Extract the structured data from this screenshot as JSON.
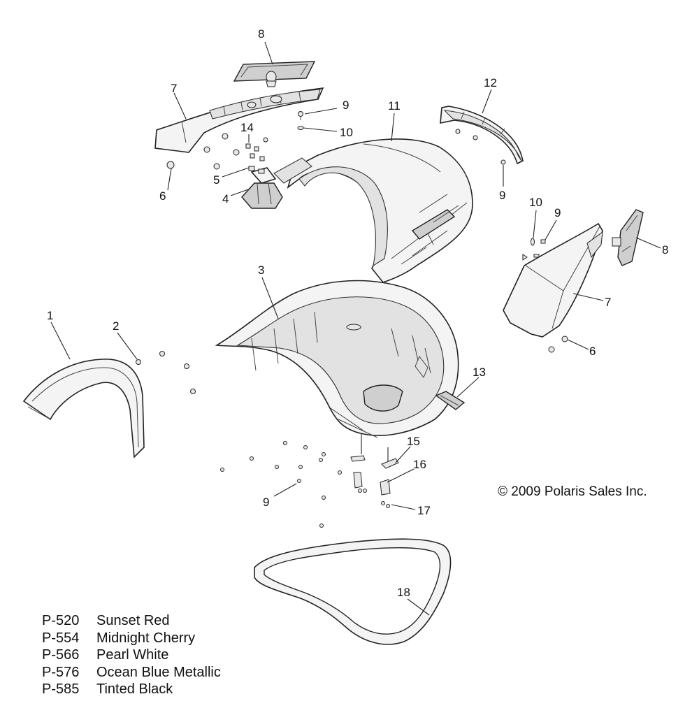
{
  "callouts": [
    {
      "id": "c1",
      "text": "1"
    },
    {
      "id": "c2",
      "text": "2"
    },
    {
      "id": "c3",
      "text": "3"
    },
    {
      "id": "c4",
      "text": "4"
    },
    {
      "id": "c5",
      "text": "5"
    },
    {
      "id": "c6a",
      "text": "6"
    },
    {
      "id": "c6b",
      "text": "6"
    },
    {
      "id": "c7a",
      "text": "7"
    },
    {
      "id": "c7b",
      "text": "7"
    },
    {
      "id": "c8a",
      "text": "8"
    },
    {
      "id": "c8b",
      "text": "8"
    },
    {
      "id": "c9a",
      "text": "9"
    },
    {
      "id": "c9b",
      "text": "9"
    },
    {
      "id": "c9c",
      "text": "9"
    },
    {
      "id": "c9d",
      "text": "9"
    },
    {
      "id": "c10a",
      "text": "10"
    },
    {
      "id": "c10b",
      "text": "10"
    },
    {
      "id": "c11",
      "text": "11"
    },
    {
      "id": "c12",
      "text": "12"
    },
    {
      "id": "c13",
      "text": "13"
    },
    {
      "id": "c14",
      "text": "14"
    },
    {
      "id": "c15",
      "text": "15"
    },
    {
      "id": "c16",
      "text": "16"
    },
    {
      "id": "c17",
      "text": "17"
    },
    {
      "id": "c18",
      "text": "18"
    }
  ],
  "copyright": "© 2009 Polaris Sales Inc.",
  "color_legend": [
    {
      "code": "P-520",
      "name": "Sunset Red"
    },
    {
      "code": "P-554",
      "name": "Midnight Cherry"
    },
    {
      "code": "P-566",
      "name": "Pearl White"
    },
    {
      "code": "P-576",
      "name": "Ocean Blue Metallic"
    },
    {
      "code": "P-585",
      "name": "Tinted Black"
    }
  ]
}
